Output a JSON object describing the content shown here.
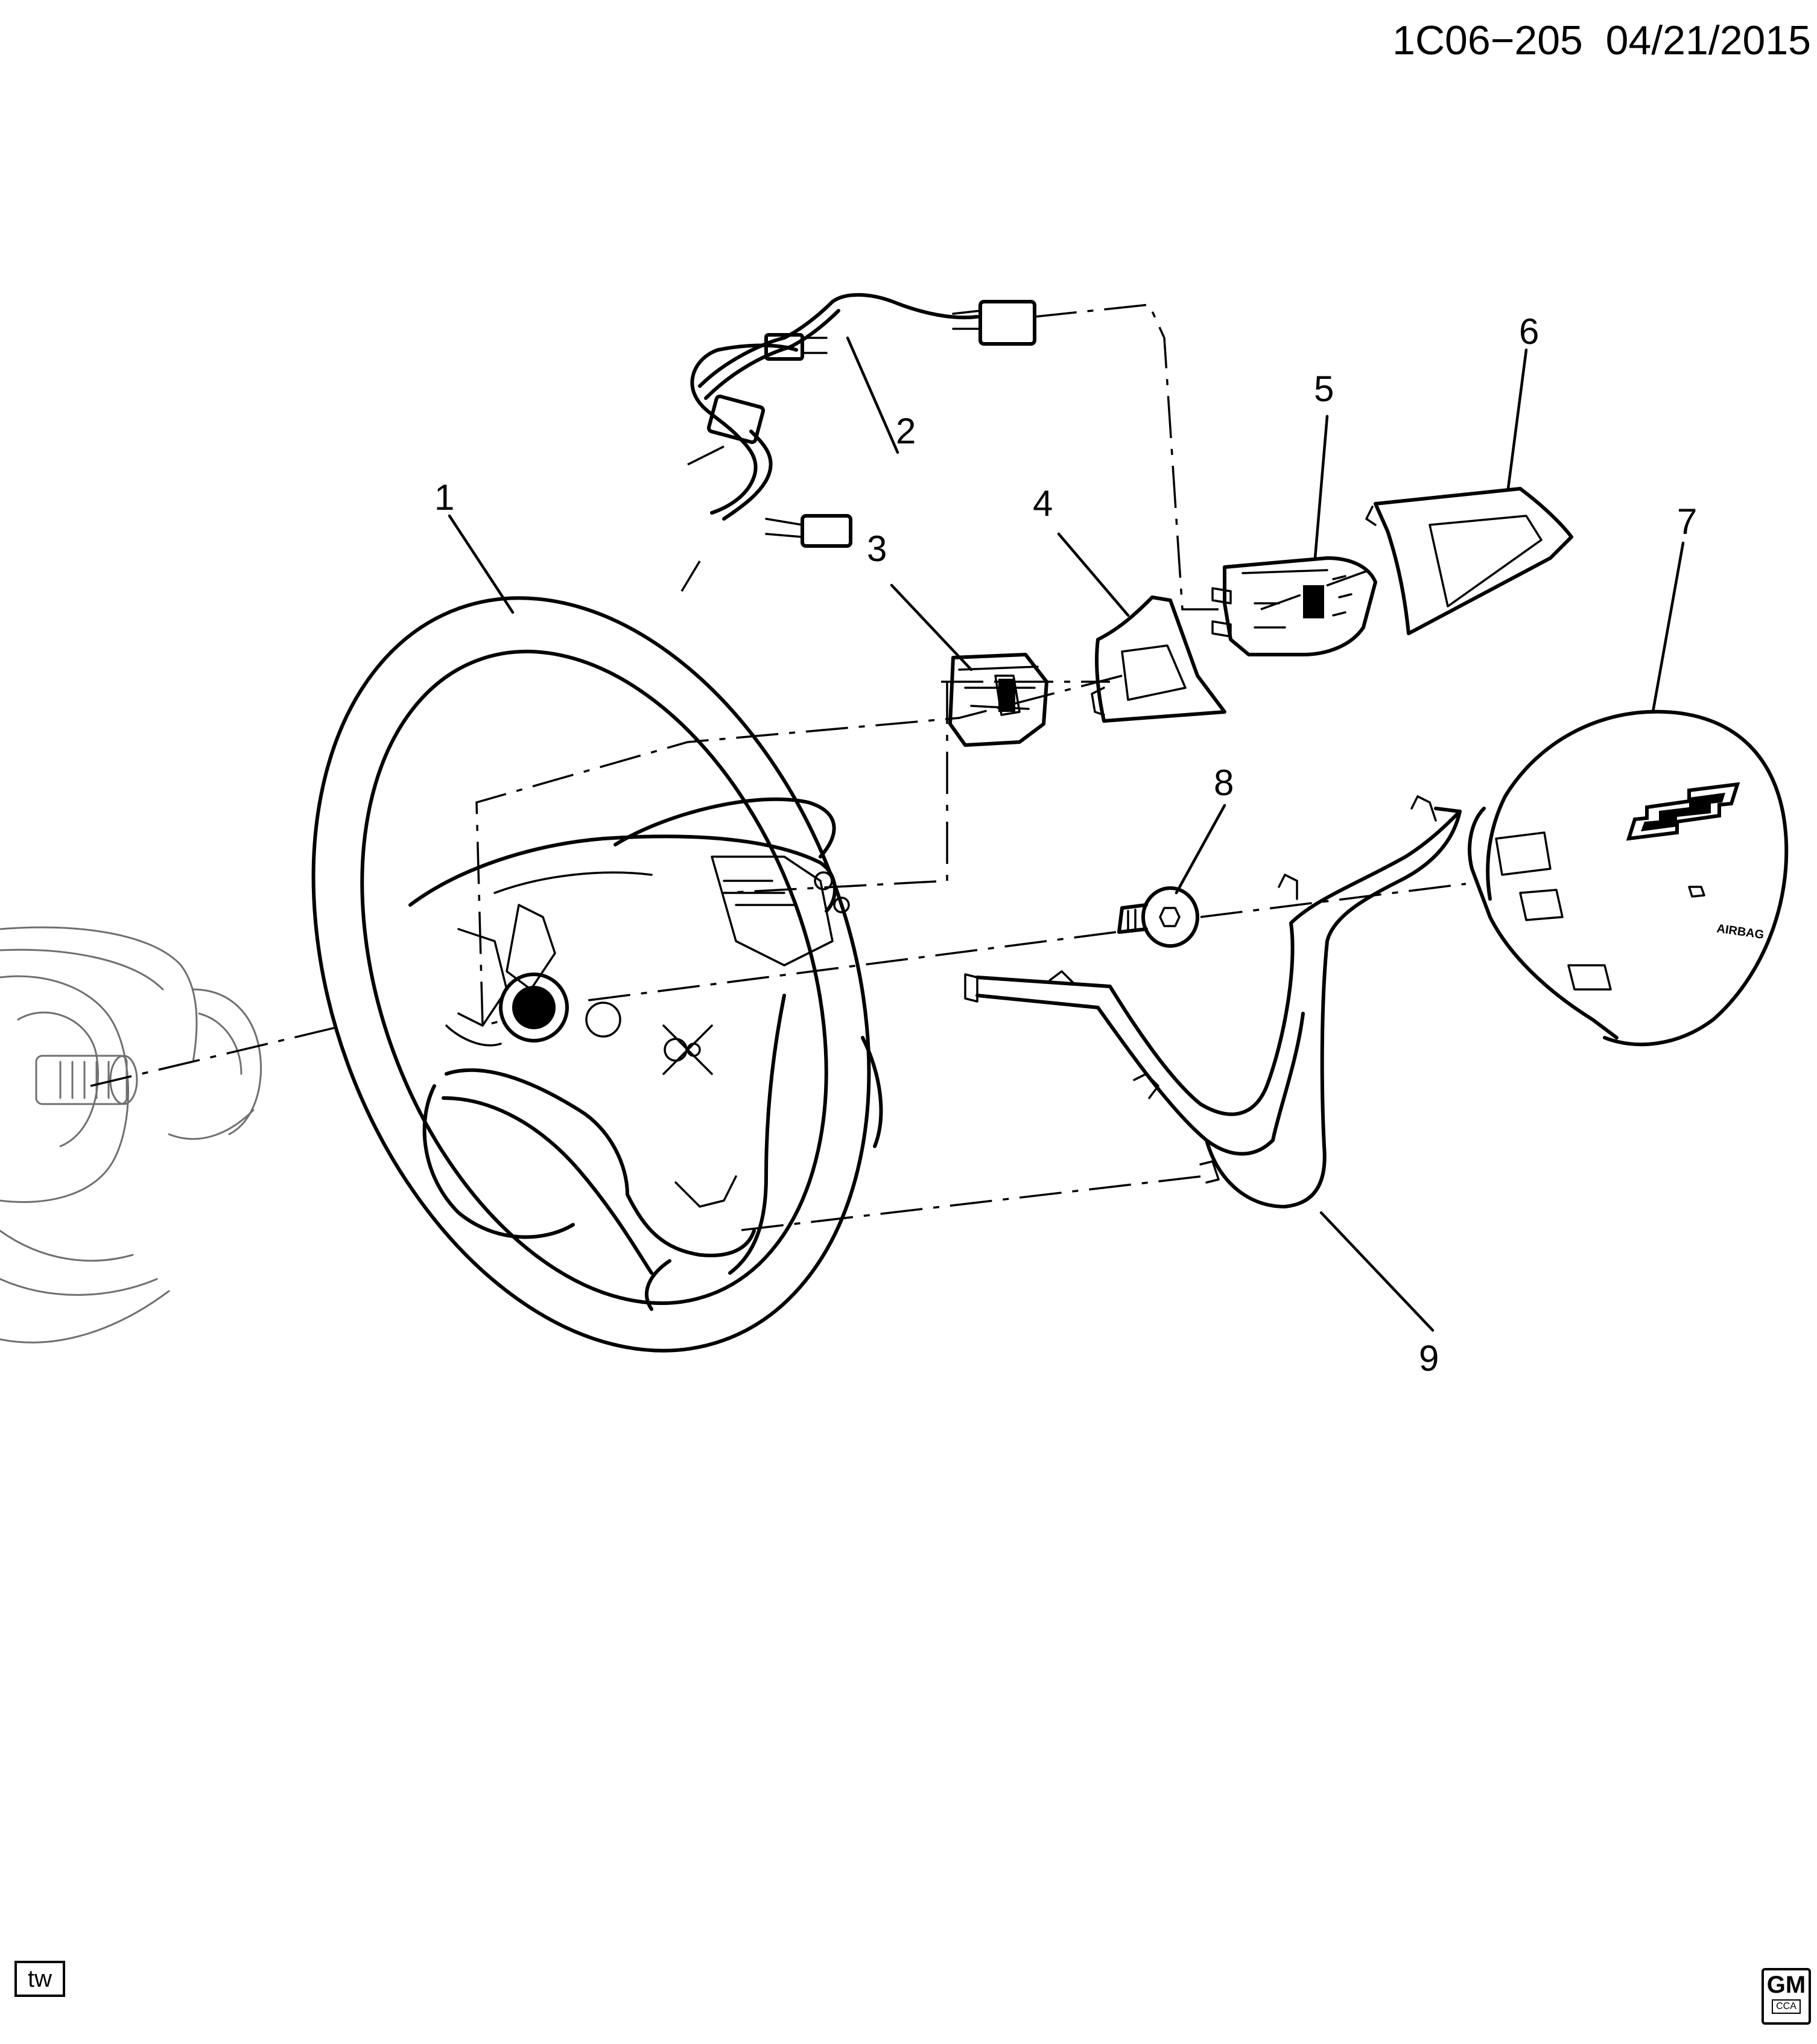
{
  "header": {
    "code": "1C06−205",
    "date": "04/21/2015"
  },
  "callouts": [
    {
      "id": "1",
      "label": "1"
    },
    {
      "id": "2",
      "label": "2"
    },
    {
      "id": "3",
      "label": "3"
    },
    {
      "id": "4",
      "label": "4"
    },
    {
      "id": "5",
      "label": "5"
    },
    {
      "id": "6",
      "label": "6"
    },
    {
      "id": "7",
      "label": "7"
    },
    {
      "id": "8",
      "label": "8"
    },
    {
      "id": "9",
      "label": "9"
    }
  ],
  "airbag_label": "AIRBAG",
  "footer": {
    "tw": "tw",
    "logo_text": "GM",
    "logo_sub": "CCA"
  }
}
